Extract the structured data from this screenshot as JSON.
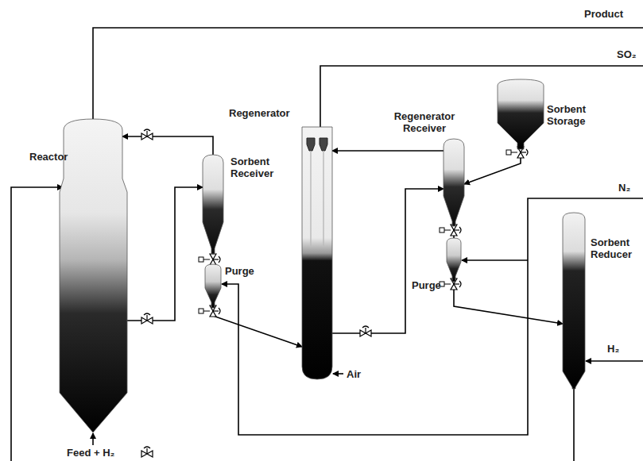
{
  "diagram": {
    "nodes": [
      {
        "text": [
          "Reactor"
        ]
      },
      {
        "text": [
          "Sorbent Receiver"
        ]
      },
      {
        "text": [
          "Purge"
        ]
      },
      {
        "text": [
          "Regenerator"
        ]
      },
      {
        "text": [
          "Regenerator Receiver"
        ]
      },
      {
        "text": [
          "Sorbent Storage"
        ]
      },
      {
        "text": [
          "Purge"
        ]
      },
      {
        "text": [
          "Sorbent Reducer"
        ]
      }
    ],
    "edges": [
      {
        "from": 0,
        "to": 1,
        "arrow": "to"
      },
      {
        "from": 1,
        "to": 0,
        "arrow": "to"
      },
      {
        "from": 1,
        "to": 2,
        "arrow": "none"
      },
      {
        "from": 2,
        "to": 3,
        "arrow": "to"
      },
      {
        "from": 3,
        "to": 4,
        "arrow": "to"
      },
      {
        "from": 4,
        "to": 3,
        "arrow": "to"
      },
      {
        "from": 5,
        "to": 4,
        "arrow": "to"
      },
      {
        "from": 4,
        "to": 6,
        "arrow": "none"
      },
      {
        "from": 6,
        "to": 7,
        "arrow": "to"
      },
      {
        "from": 7,
        "to": 0,
        "arrow": "to"
      }
    ],
    "labels": [
      "Product",
      "SO₂",
      "N₂",
      "H₂",
      "Air",
      "Feed + H₂"
    ]
  }
}
